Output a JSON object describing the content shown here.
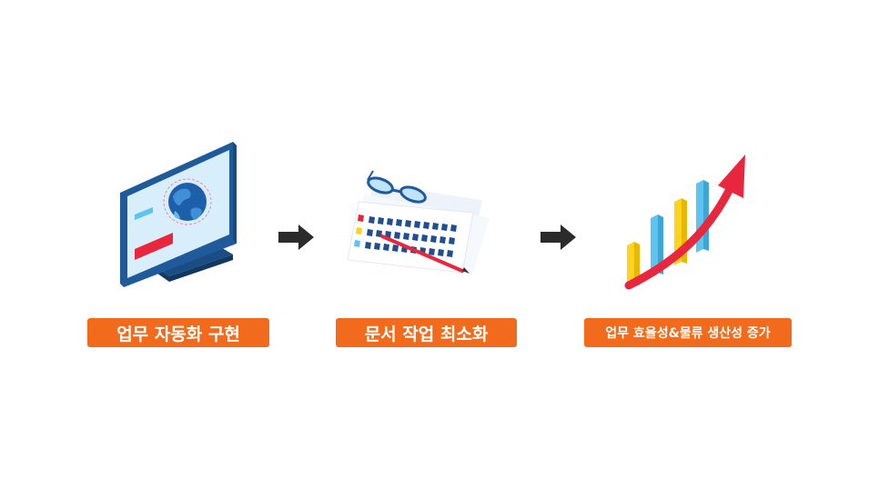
{
  "steps": [
    {
      "icon": "monitor-globe-icon",
      "label": "업무 자동화 구현"
    },
    {
      "icon": "documents-glasses-icon",
      "label": "문서 작업 최소화"
    },
    {
      "icon": "growth-chart-icon",
      "label": "업무 효율성&물류 생산성 증가"
    }
  ],
  "colors": {
    "label_bg": "#f26a1b",
    "arrow": "#2b2b2b",
    "monitor_frame": "#1f5b9a",
    "monitor_screen": "#d9eefb",
    "bar_blue": "#5ec3ef",
    "bar_yellow": "#ffd21f",
    "trend_arrow": "#e8263d"
  }
}
